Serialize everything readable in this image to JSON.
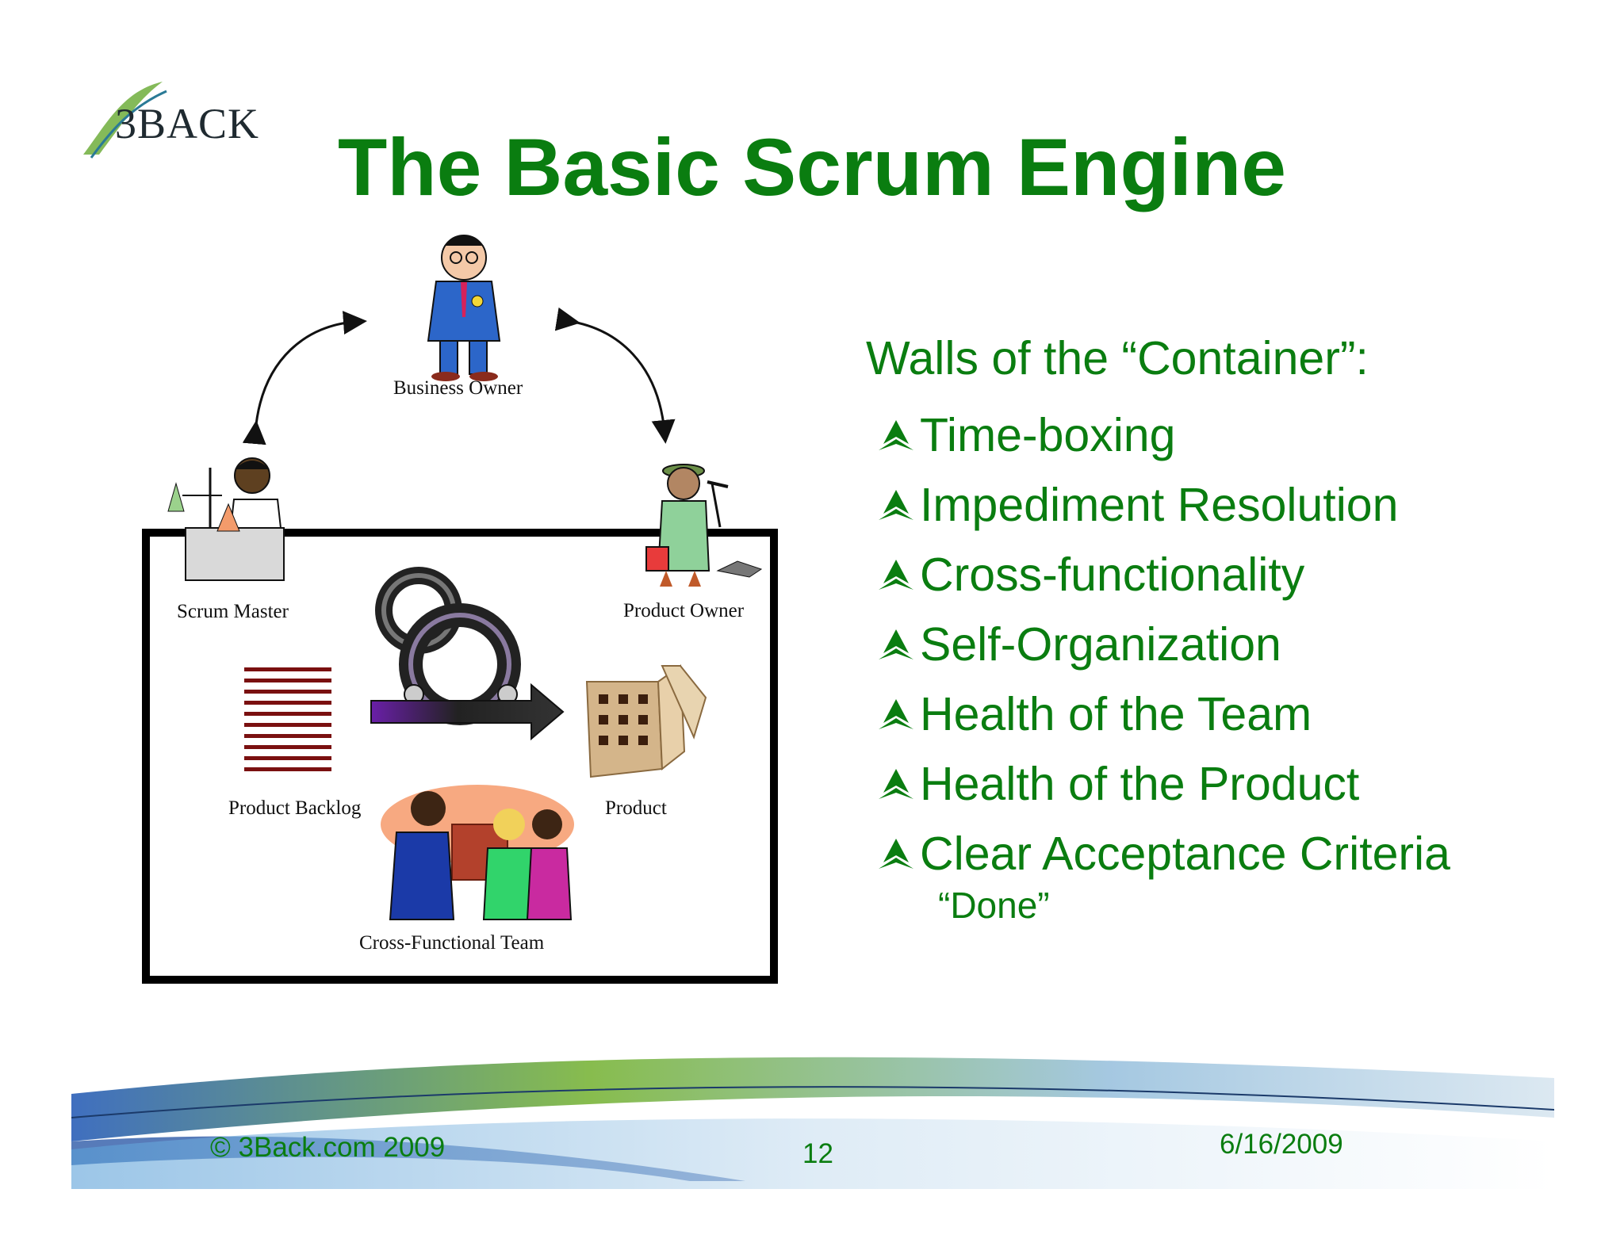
{
  "logo": {
    "text": "3BACK"
  },
  "title": "The Basic Scrum Engine",
  "diagram": {
    "business_owner": "Business Owner",
    "scrum_master": "Scrum Master",
    "product_owner": "Product Owner",
    "product_backlog": "Product Backlog",
    "product": "Product",
    "team": "Cross-Functional Team"
  },
  "walls": {
    "heading": "Walls of the “Container”:",
    "items": [
      "Time-boxing",
      "Impediment Resolution",
      "Cross-functionality",
      "Self-Organization",
      "Health of the Team",
      "Health of the Product",
      "Clear Acceptance Criteria"
    ],
    "sub_item": "“Done”"
  },
  "footer": {
    "copyright": "© 3Back.com 2009",
    "page_number": "12",
    "date": "6/16/2009"
  },
  "colors": {
    "title": "#0a7d10",
    "text": "#0a7d10",
    "frame": "#000000"
  },
  "icons": [
    "arrow-bullet-icon",
    "gear-cycle-icon",
    "wine-box-icon"
  ]
}
